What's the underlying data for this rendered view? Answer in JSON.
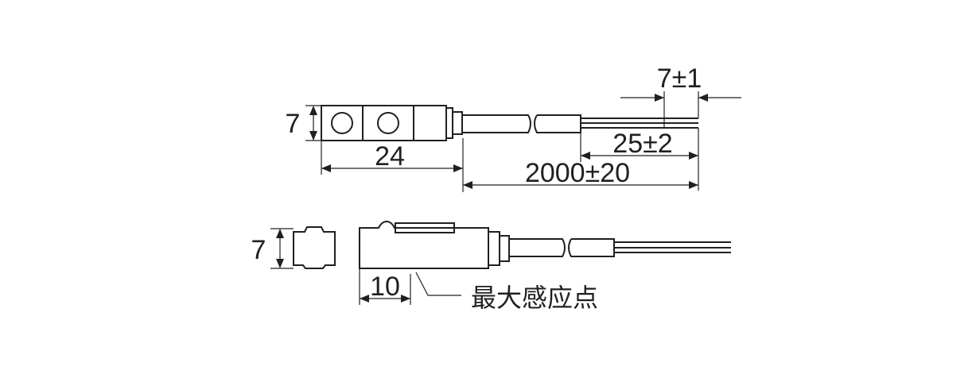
{
  "dimensions": {
    "top_view_height": "7",
    "top_view_length": "24",
    "wire_strip": "7±1",
    "lead_end": "25±2",
    "cable_length": "2000±20",
    "end_view_height": "7",
    "sensing_point_offset": "10"
  },
  "labels": {
    "sensing_point": "最大感应点"
  }
}
